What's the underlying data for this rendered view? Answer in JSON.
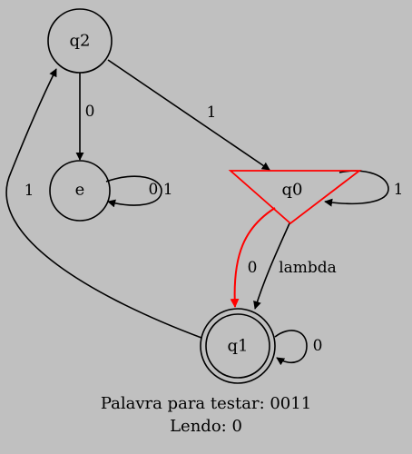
{
  "states": {
    "q2": {
      "label": "q2"
    },
    "e": {
      "label": "e"
    },
    "q0": {
      "label": "q0"
    },
    "q1": {
      "label": "q1"
    }
  },
  "edges": {
    "q2_e": {
      "label": "0"
    },
    "q2_q0": {
      "label": "1"
    },
    "e_loop": {
      "label": "0 1"
    },
    "q0_loop": {
      "label": "1"
    },
    "q0_q1_red": {
      "label": "0"
    },
    "q0_q1": {
      "label": "lambda"
    },
    "q1_q2": {
      "label": "1"
    },
    "q1_loop": {
      "label": "0"
    }
  },
  "status": {
    "word_line": "Palavra para testar: 0011",
    "reading_line": "Lendo: 0"
  },
  "colors": {
    "background": "#c0c0c0",
    "stroke": "#000000",
    "highlight": "#ff0000"
  }
}
